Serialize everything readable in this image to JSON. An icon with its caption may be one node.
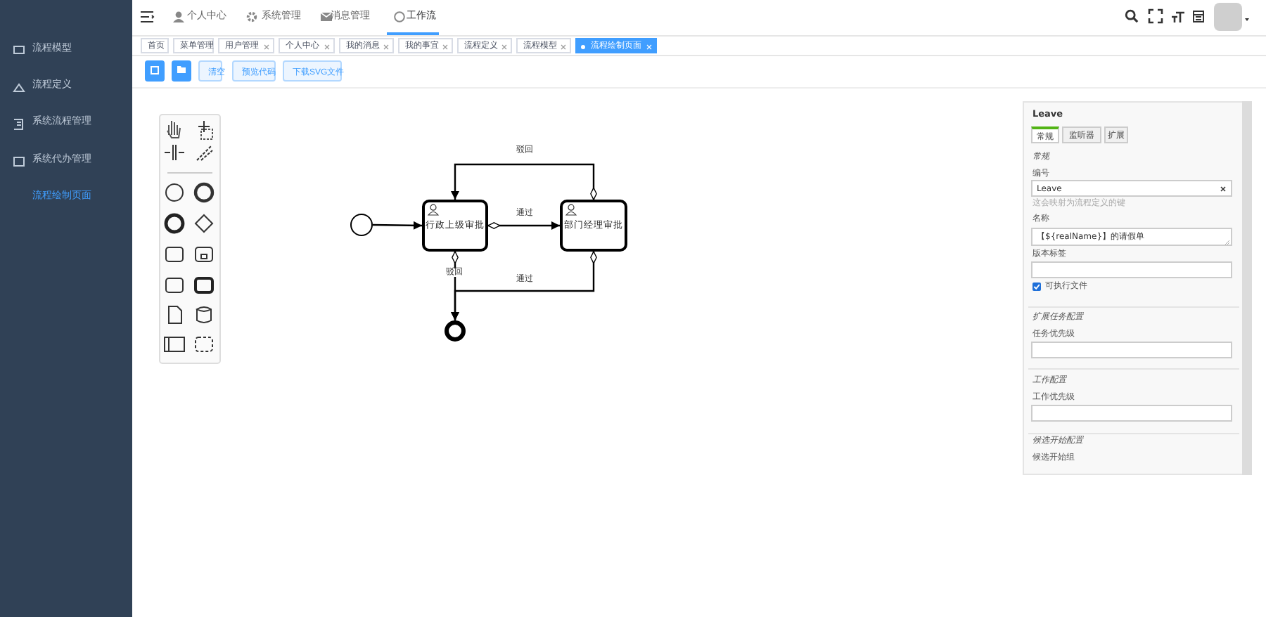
{
  "diagram": {
    "nodes": [
      {
        "text": [],
        "shape": "circle"
      },
      {
        "text": [
          "行政上级审批"
        ]
      },
      {
        "text": [
          "部门经理审批"
        ]
      },
      {
        "text": [],
        "shape": "circle"
      }
    ],
    "edges": [
      {
        "from": 0,
        "to": 1,
        "arrow": "to"
      },
      {
        "from": 1,
        "to": 2,
        "arrow": "to",
        "label": "通过"
      },
      {
        "from": 2,
        "to": 1,
        "arrow": "to",
        "label": "驳回"
      },
      {
        "from": 1,
        "to": 3,
        "arrow": "to",
        "label": "驳回"
      },
      {
        "from": 2,
        "to": 3,
        "arrow": "to",
        "label": "通过"
      }
    ],
    "labels": [
      "流程模型",
      "流程定义",
      "系统流程管理",
      "系统代办管理",
      "流程绘制页面",
      "个人中心",
      "系统管理",
      "消息管理",
      "工作流",
      "首页",
      "菜单管理",
      "用户管理",
      "个人中心",
      "我的消息",
      "我的事宜",
      "流程定义",
      "流程模型",
      "流程绘制页面",
      "清空",
      "预览代码",
      "下载SVG文件",
      "Leave",
      "常规",
      "监听器",
      "扩展",
      "常规",
      "编号",
      "Leave",
      "这会映射为流程定义的键",
      "名称",
      "【${realName}】的请假单",
      "版本标签",
      "可执行文件",
      "扩展任务配置",
      "任务优先级",
      "工作配置",
      "工作优先级",
      "候选开始配置",
      "候选开始组"
    ]
  }
}
